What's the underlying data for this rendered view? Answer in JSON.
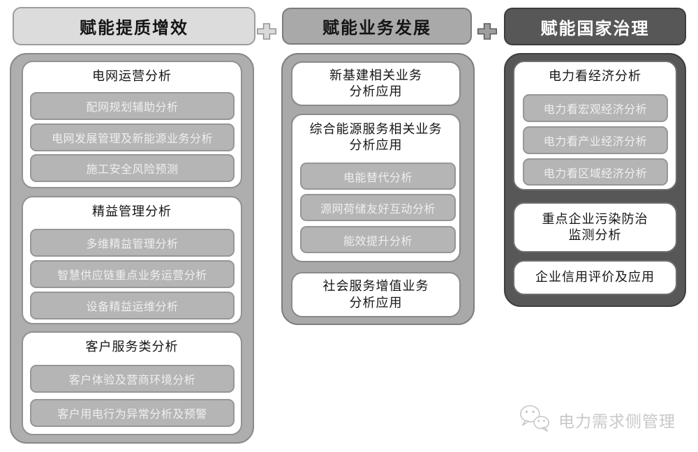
{
  "columns": [
    {
      "header": "赋能提质增效",
      "groups": [
        {
          "title": "电网运营分析",
          "items": [
            "配网规划辅助分析",
            "电网发展管理及新能源业务分析",
            "施工安全风险预测"
          ]
        },
        {
          "title": "精益管理分析",
          "items": [
            "多维精益管理分析",
            "智慧供应链重点业务运营分析",
            "设备精益运维分析"
          ]
        },
        {
          "title": "客户服务类分析",
          "items": [
            "客户体验及营商环境分析",
            "客户用电行为异常分析及预警"
          ]
        }
      ]
    },
    {
      "header": "赋能业务发展",
      "groups": [
        {
          "title": "新基建相关业务\n分析应用",
          "items": []
        },
        {
          "title": "综合能源服务相关业务\n分析应用",
          "items": [
            "电能替代分析",
            "源网荷储友好互动分析",
            "能效提升分析"
          ]
        },
        {
          "title": "社会服务增值业务\n分析应用",
          "items": []
        }
      ]
    },
    {
      "header": "赋能国家治理",
      "groups": [
        {
          "title": "电力看经济分析",
          "items": [
            "电力看宏观经济分析",
            "电力看产业经济分析",
            "电力看区域经济分析"
          ]
        },
        {
          "title": "重点企业污染防治\n监测分析",
          "items": []
        },
        {
          "title": "企业信用评价及应用",
          "items": []
        }
      ]
    }
  ],
  "connectors": [
    {
      "icon": "plus-icon"
    },
    {
      "icon": "plus-icon"
    }
  ],
  "watermark": {
    "icon": "wechat-logo-icon",
    "text": "电力需求侧管理"
  },
  "colors": {
    "col1_header_bg": "#dcdcdc",
    "col1_container_bg": "#aeaeae",
    "col2_header_bg": "#a9a9a9",
    "col2_container_bg": "#a9a9a9",
    "col3_header_bg": "#575757",
    "col3_container_bg": "#575757",
    "item_bg": "#b5b5b5",
    "item_text": "#efefef",
    "watermark_text": "#c8c8c8"
  }
}
